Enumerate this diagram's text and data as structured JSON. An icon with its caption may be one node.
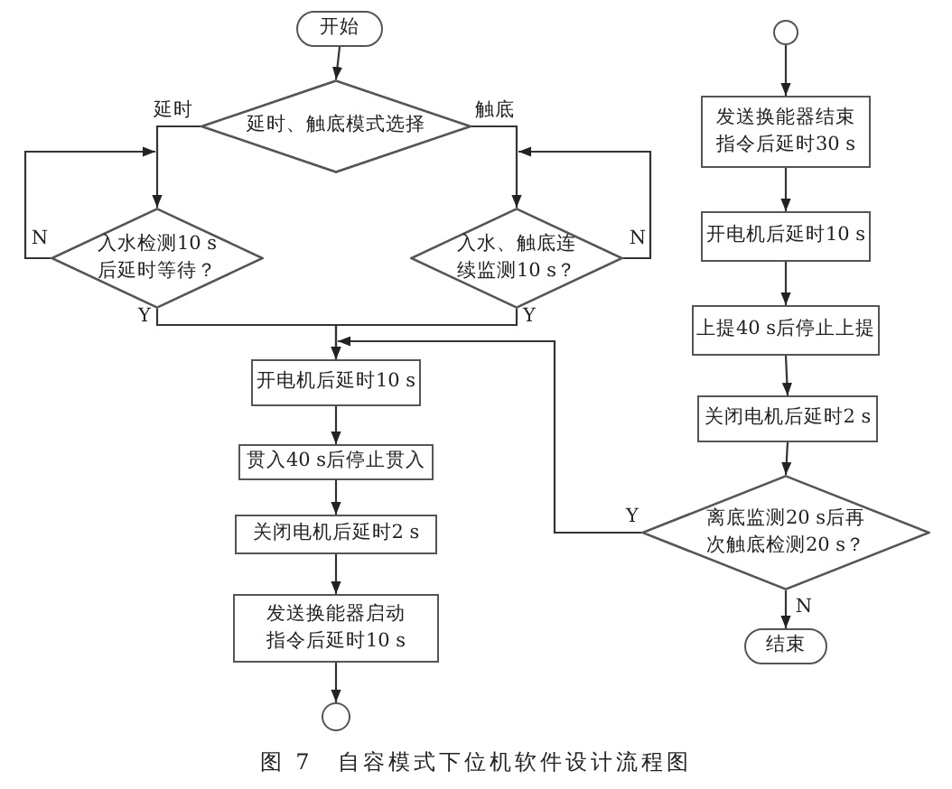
{
  "diagram": {
    "caption": "图 7　自容模式下位机软件设计流程图",
    "nodes": [
      {
        "text": [
          "开始"
        ]
      },
      {
        "text": [
          "延时、触底模式选择"
        ]
      },
      {
        "text": [
          "入水检测10 s后延时等待？"
        ]
      },
      {
        "text": [
          "入水、触底连续监测10 s？"
        ]
      },
      {
        "text": [
          "开电机后延时10 s"
        ]
      },
      {
        "text": [
          "贯入40 s后停止贯入"
        ]
      },
      {
        "text": [
          "关闭电机后延时2 s"
        ]
      },
      {
        "text": [
          "发送换能器启动指令后延时10 s"
        ]
      },
      {
        "text": [],
        "shape": "circle"
      },
      {
        "text": [],
        "shape": "circle"
      },
      {
        "text": [
          "发送换能器结束指令后延时30 s"
        ]
      },
      {
        "text": [
          "开电机后延时10 s"
        ]
      },
      {
        "text": [
          "上提40 s后停止上提"
        ]
      },
      {
        "text": [
          "关闭电机后延时2 s"
        ]
      },
      {
        "text": [
          "离底监测20 s后再次触底检测20 s？"
        ]
      },
      {
        "text": [
          "结束"
        ]
      }
    ],
    "edges": [
      {
        "from": 0,
        "to": 1,
        "arrow": "to"
      },
      {
        "from": 1,
        "to": 2,
        "arrow": "to",
        "label": "延时"
      },
      {
        "from": 1,
        "to": 3,
        "arrow": "to",
        "label": "触底"
      },
      {
        "from": 2,
        "to": 2,
        "arrow": "to",
        "label": "N"
      },
      {
        "from": 3,
        "to": 3,
        "arrow": "to",
        "label": "N"
      },
      {
        "from": 2,
        "to": 4,
        "arrow": "to",
        "label": "Y"
      },
      {
        "from": 3,
        "to": 4,
        "arrow": "to",
        "label": "Y"
      },
      {
        "from": 4,
        "to": 5,
        "arrow": "to"
      },
      {
        "from": 5,
        "to": 6,
        "arrow": "to"
      },
      {
        "from": 6,
        "to": 7,
        "arrow": "to"
      },
      {
        "from": 7,
        "to": 8,
        "arrow": "to"
      },
      {
        "from": 9,
        "to": 10,
        "arrow": "to"
      },
      {
        "from": 10,
        "to": 11,
        "arrow": "to"
      },
      {
        "from": 11,
        "to": 12,
        "arrow": "to"
      },
      {
        "from": 12,
        "to": 13,
        "arrow": "to"
      },
      {
        "from": 13,
        "to": 14,
        "arrow": "to"
      },
      {
        "from": 14,
        "to": 4,
        "arrow": "to",
        "label": "Y"
      },
      {
        "from": 14,
        "to": 15,
        "arrow": "to",
        "label": "N"
      }
    ]
  }
}
